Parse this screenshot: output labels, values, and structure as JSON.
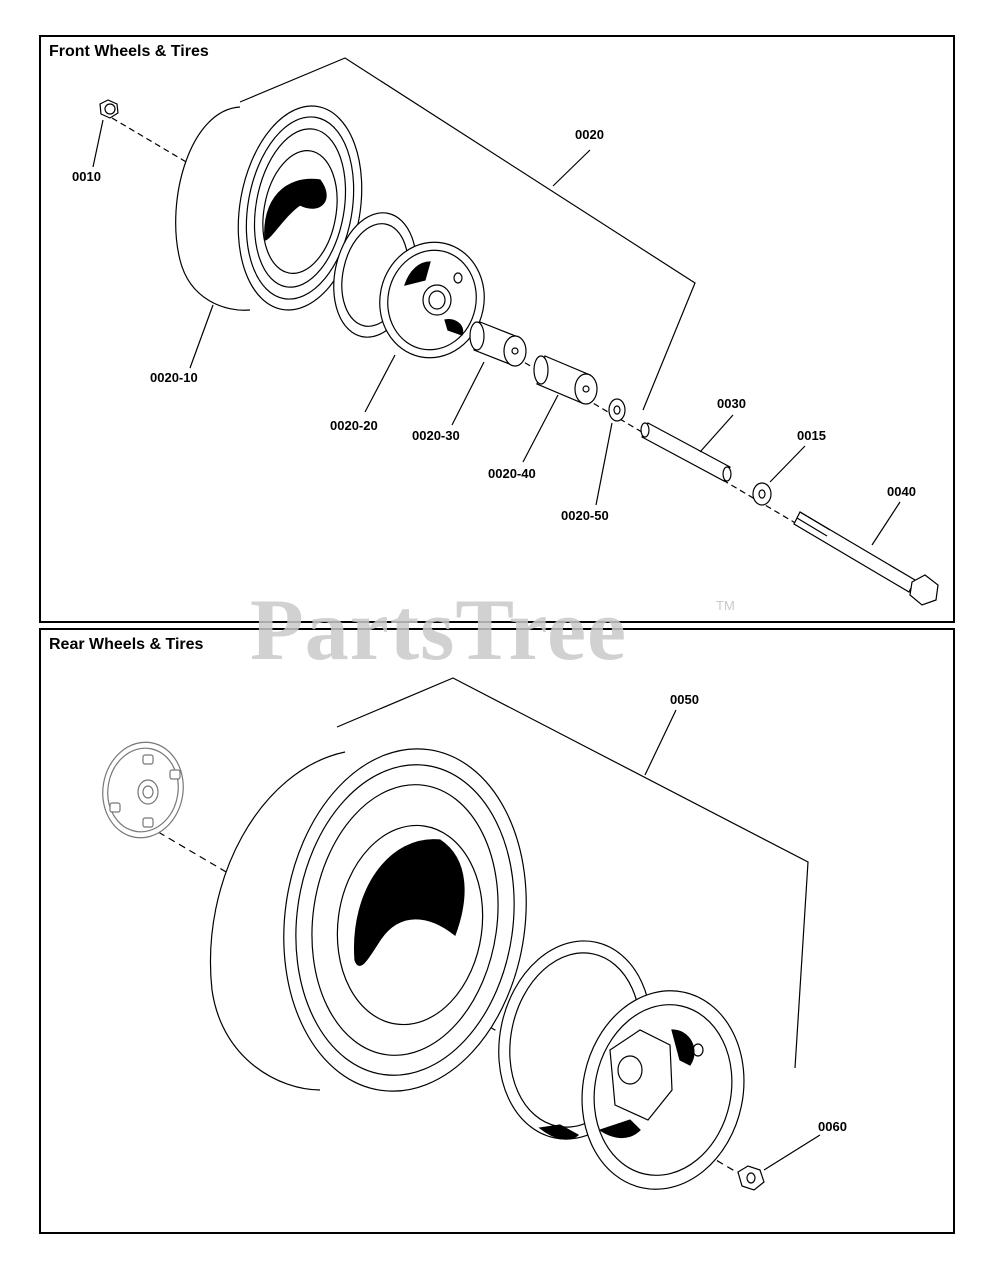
{
  "front": {
    "title": "Front Wheels & Tires",
    "labels": {
      "p0010": "0010",
      "p0020": "0020",
      "p0020_10": "0020-10",
      "p0020_20": "0020-20",
      "p0020_30": "0020-30",
      "p0020_40": "0020-40",
      "p0020_50": "0020-50",
      "p0030": "0030",
      "p0015": "0015",
      "p0040": "0040"
    }
  },
  "rear": {
    "title": "Rear Wheels & Tires",
    "labels": {
      "p0050": "0050",
      "p0060": "0060"
    }
  },
  "watermark": {
    "text": "PartsTree",
    "tm": "TM"
  },
  "colors": {
    "line": "#000000",
    "watermark": "#c9c9c9"
  }
}
